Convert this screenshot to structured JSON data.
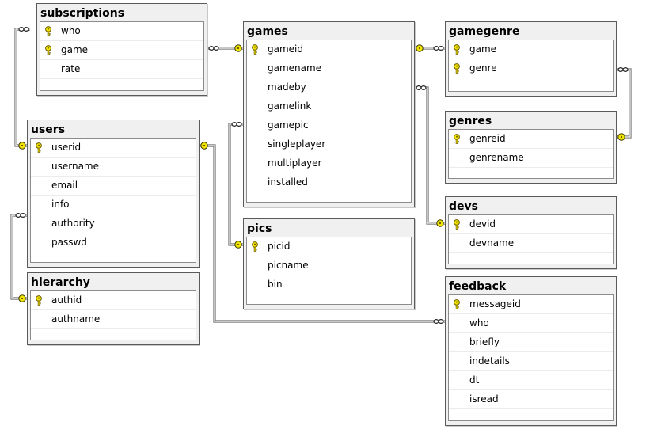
{
  "tables": {
    "subscriptions": {
      "title": "subscriptions",
      "columns": [
        {
          "name": "who",
          "pk": true
        },
        {
          "name": "game",
          "pk": true
        },
        {
          "name": "rate",
          "pk": false
        }
      ]
    },
    "games": {
      "title": "games",
      "columns": [
        {
          "name": "gameid",
          "pk": true
        },
        {
          "name": "gamename",
          "pk": false
        },
        {
          "name": "madeby",
          "pk": false
        },
        {
          "name": "gamelink",
          "pk": false
        },
        {
          "name": "gamepic",
          "pk": false
        },
        {
          "name": "singleplayer",
          "pk": false
        },
        {
          "name": "multiplayer",
          "pk": false
        },
        {
          "name": "installed",
          "pk": false
        }
      ]
    },
    "gamegenre": {
      "title": "gamegenre",
      "columns": [
        {
          "name": "game",
          "pk": true
        },
        {
          "name": "genre",
          "pk": true
        }
      ]
    },
    "genres": {
      "title": "genres",
      "columns": [
        {
          "name": "genreid",
          "pk": true
        },
        {
          "name": "genrename",
          "pk": false
        }
      ]
    },
    "users": {
      "title": "users",
      "columns": [
        {
          "name": "userid",
          "pk": true
        },
        {
          "name": "username",
          "pk": false
        },
        {
          "name": "email",
          "pk": false
        },
        {
          "name": "info",
          "pk": false
        },
        {
          "name": "authority",
          "pk": false
        },
        {
          "name": "passwd",
          "pk": false
        }
      ]
    },
    "devs": {
      "title": "devs",
      "columns": [
        {
          "name": "devid",
          "pk": true
        },
        {
          "name": "devname",
          "pk": false
        }
      ]
    },
    "pics": {
      "title": "pics",
      "columns": [
        {
          "name": "picid",
          "pk": true
        },
        {
          "name": "picname",
          "pk": false
        },
        {
          "name": "bin",
          "pk": false
        }
      ]
    },
    "hierarchy": {
      "title": "hierarchy",
      "columns": [
        {
          "name": "authid",
          "pk": true
        },
        {
          "name": "authname",
          "pk": false
        }
      ]
    },
    "feedback": {
      "title": "feedback",
      "columns": [
        {
          "name": "messageid",
          "pk": true
        },
        {
          "name": "who",
          "pk": false
        },
        {
          "name": "briefly",
          "pk": false
        },
        {
          "name": "indetails",
          "pk": false
        },
        {
          "name": "dt",
          "pk": false
        },
        {
          "name": "isread",
          "pk": false
        }
      ]
    }
  },
  "relationships": [
    {
      "from": "subscriptions",
      "to": "users"
    },
    {
      "from": "subscriptions",
      "to": "games"
    },
    {
      "from": "gamegenre",
      "to": "games"
    },
    {
      "from": "gamegenre",
      "to": "genres"
    },
    {
      "from": "games",
      "to": "devs"
    },
    {
      "from": "games",
      "to": "pics"
    },
    {
      "from": "users",
      "to": "hierarchy"
    },
    {
      "from": "feedback",
      "to": "users"
    }
  ],
  "colors": {
    "key_icon": "#f2e300",
    "connector": "#6e6e6e",
    "endpoint": "#f2e300"
  },
  "icons": {
    "primary_key": "key-icon",
    "many_end": "infinity-icon",
    "one_end": "key-endpoint-icon"
  }
}
